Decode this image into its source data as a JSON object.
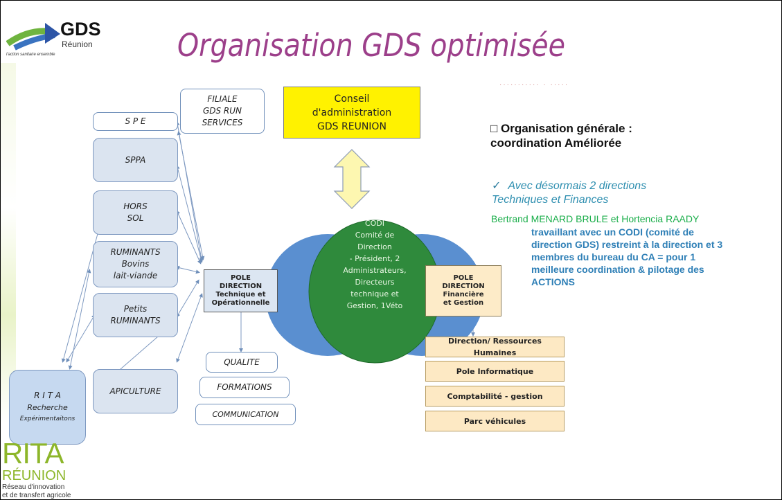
{
  "title": "Organisation GDS optimisée",
  "logo": {
    "name": "GDS",
    "sub": "Réunion",
    "tagline": "l'action sanitaire ensemble"
  },
  "left_boxes": {
    "spe": "S P E",
    "sppa": "SPPA",
    "hors_sol": "HORS\nSOL",
    "ruminants": "RUMINANTS\nBovins\nlait-viande",
    "petits": "Petits\nRUMINANTS",
    "apiculture": "APICULTURE"
  },
  "rita_box": {
    "title": "R I T A",
    "sub1": "Recherche",
    "sub2": "Expérimentaitons"
  },
  "filiale": "FILIALE\nGDS RUN\nSERVICES",
  "conseil": "Conseil\nd'administration\nGDS REUNION",
  "pole_tech": "POLE\nDIRECTION\nTechnique et\nOpérationnelle",
  "pole_fin": "POLE\nDIRECTION\nFinancière\net Gestion",
  "codi_text": "CODI\nComité de\nDirection\n- Président, 2\nAdministrateurs,\nDirecteurs\ntechnique et\nGestion, 1Véto",
  "bottom_boxes": {
    "qualite": "QUALITE",
    "formations": "FORMATIONS",
    "communication": "COMMUNICATION"
  },
  "fin_boxes": [
    "Direction/ Ressources Humaines",
    "Pole Informatique",
    "Comptabilité - gestion",
    "Parc véhicules"
  ],
  "right_text": {
    "heading": "□ Organisation générale :\ncoordination Améliorée",
    "check": "✓",
    "bullet": "Avec désormais 2 directions\n   Techniques et Finances",
    "names": "Bertrand MENARD BRULE et Hortencia RAADY",
    "detail": "travaillant avec un CODI (comité de\ndirection GDS) restreint à la direction et 3\nmembres du bureau du CA  =  pour 1\nmeilleure coordination &  pilotage des\nACTIONS"
  },
  "rita_logo": {
    "big": "RITA",
    "reunion": "RÉUNION",
    "network": "Réseau d'innovation\net de transfert agricole"
  },
  "colors": {
    "title": "#9c3f8a",
    "codi_green": "#2f8a3c",
    "codi_blue": "#5a8fd0",
    "conseil": "#fff200",
    "rita_green": "#8db62a"
  }
}
